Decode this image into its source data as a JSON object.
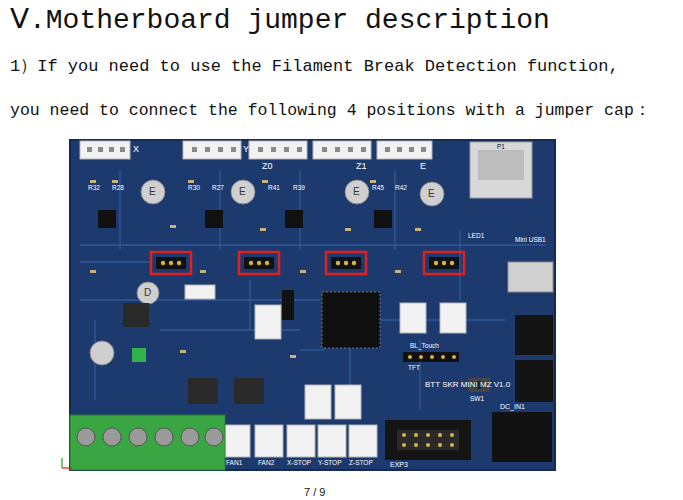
{
  "diagram": {
    "title": "Ⅴ.Motherboard jumper description",
    "labels": [
      "1）If you need to use the Filament Break Detection function,",
      "you need to connect the following 4 positions with a jumper cap：",
      "X",
      "Y",
      "Z0",
      "Z1",
      "E",
      "R32",
      "R28",
      "R30",
      "R27",
      "R41",
      "R39",
      "R45",
      "R42",
      "P1",
      "Mini USB1",
      "LED1",
      "SW1",
      "BL_Touch",
      "TFT",
      "BTT SKR MINI MZ V1.0",
      "DC_IN1",
      "EXP3",
      "FAN1",
      "FAN2",
      "X-STOP",
      "Y-STOP",
      "Z-STOP",
      "7 / 9",
      "E",
      "E",
      "E",
      "E",
      "D"
    ]
  }
}
